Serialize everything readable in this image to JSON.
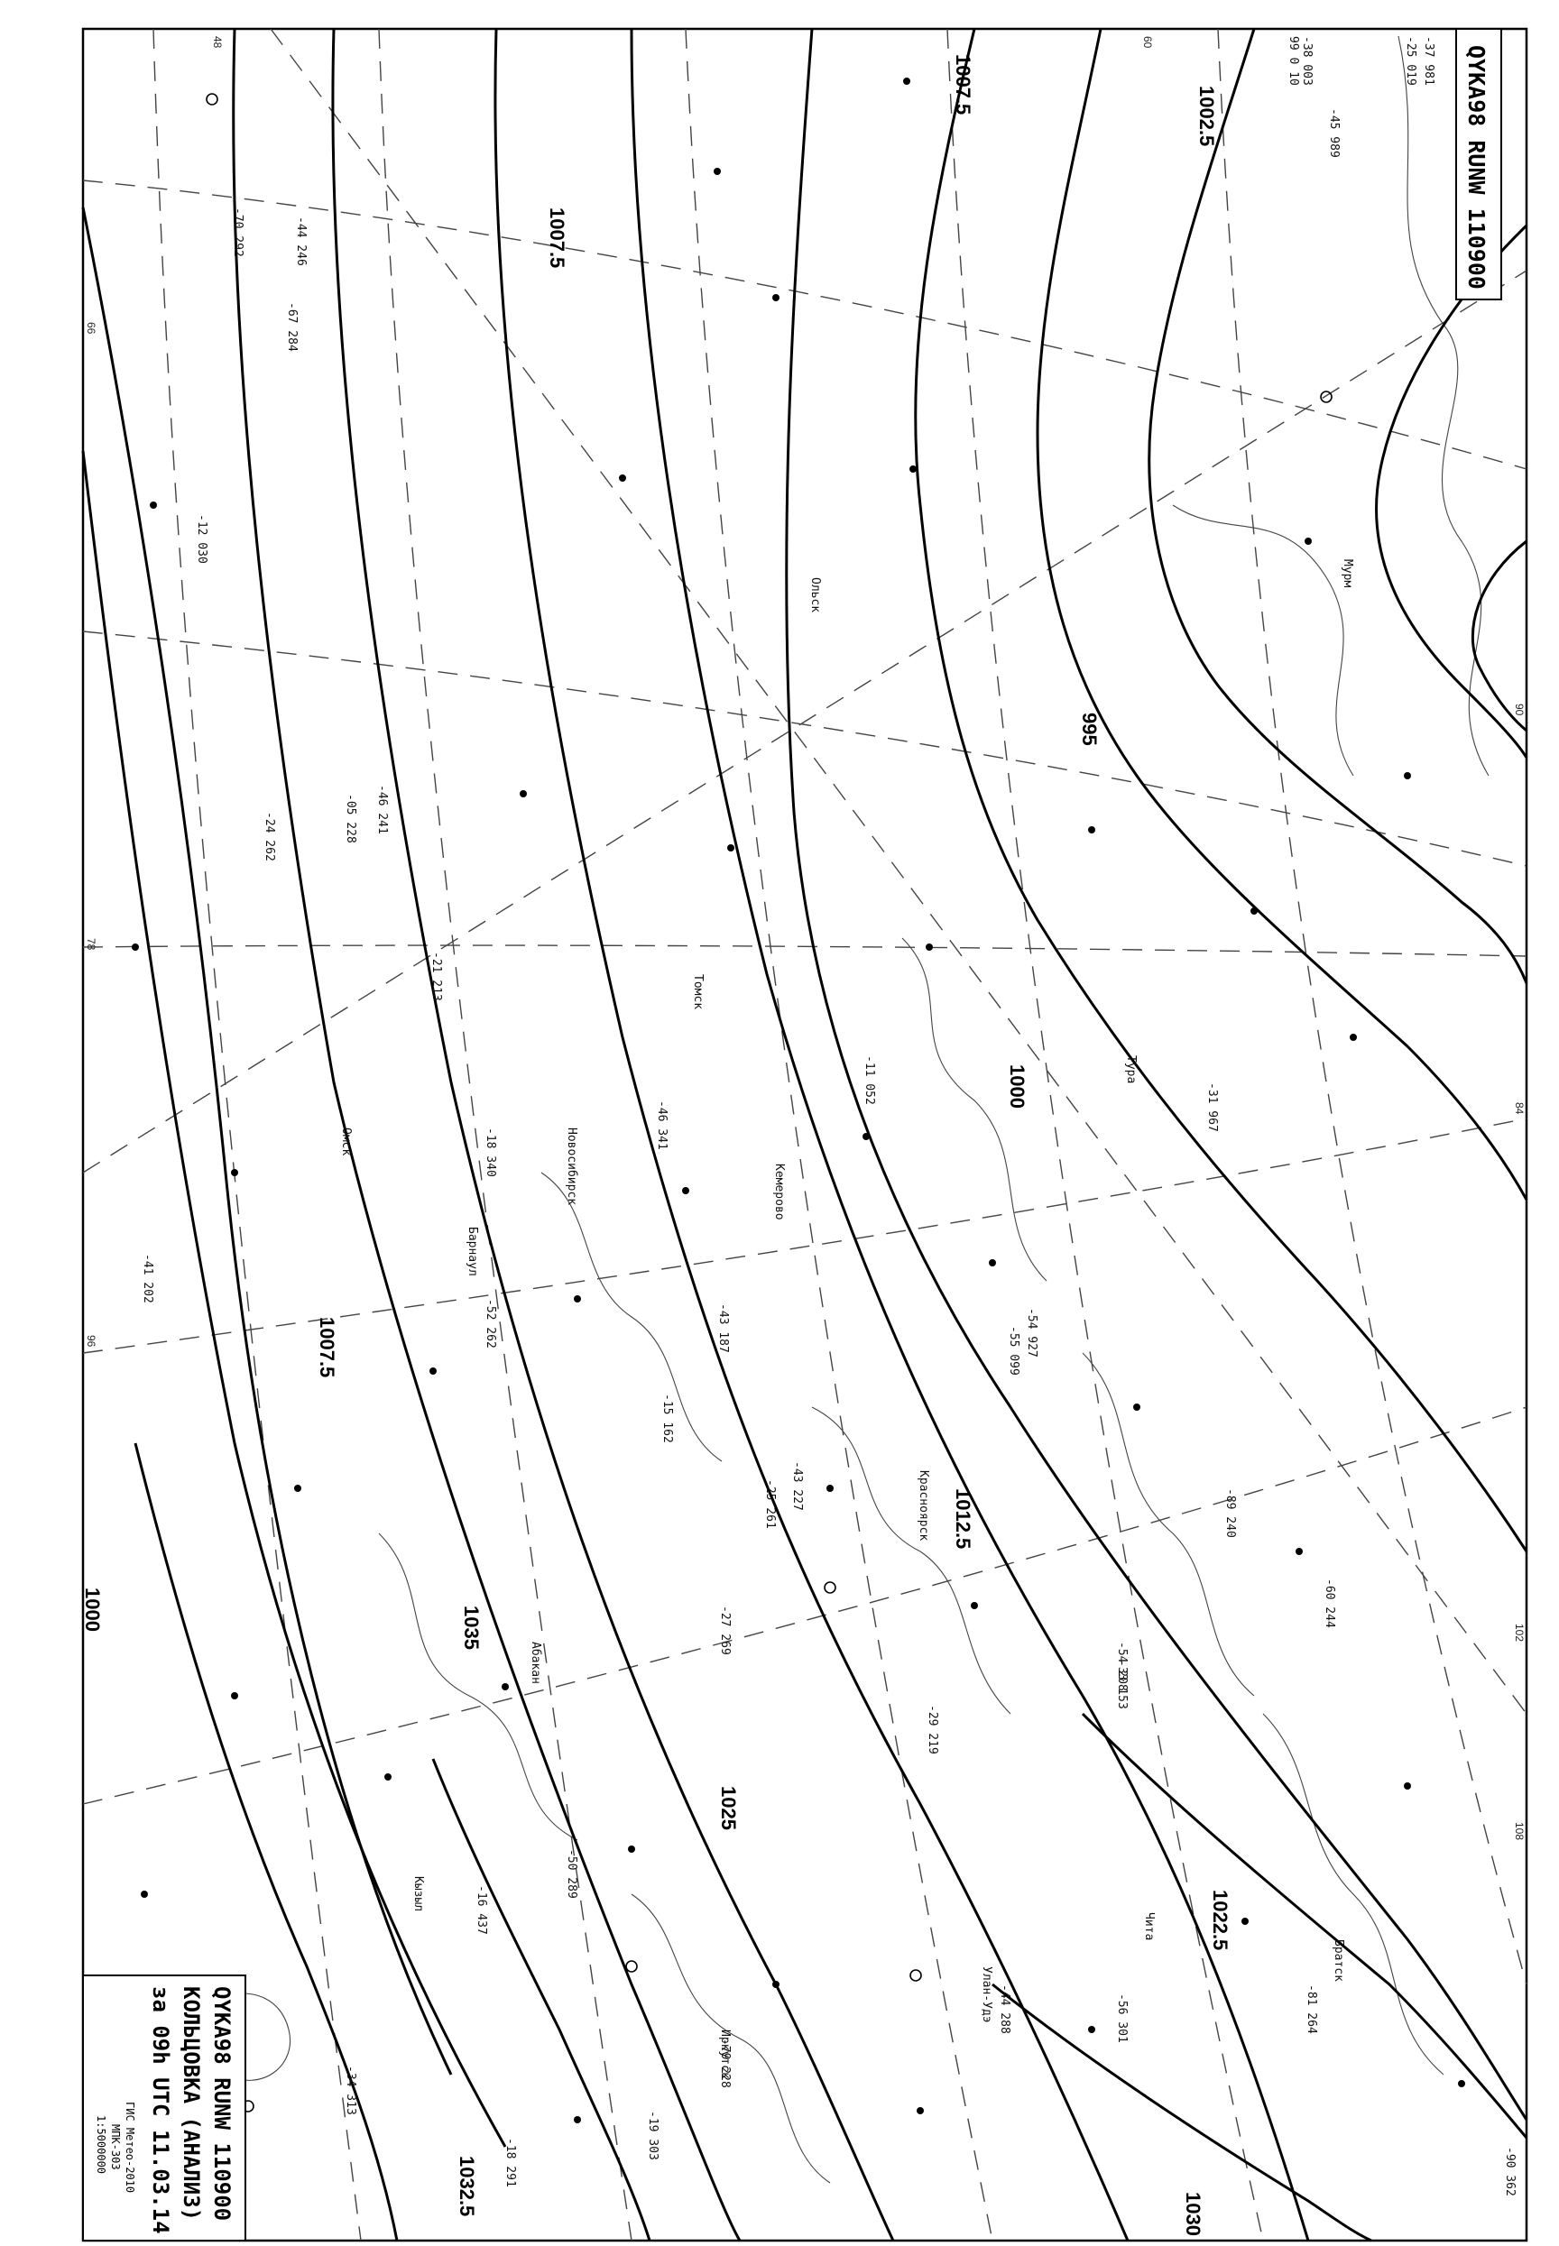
{
  "header_code": "QYKA98 RUNW 110900",
  "caption": {
    "code": "QYKA98 RUNW 110900",
    "title": "КОЛЬЦОВКА (АНАЛИЗ)",
    "time": "за 09h UTC 11.03.14",
    "credit1": "ГИС Метео-2010",
    "credit2": "МПК-303",
    "scale": "1:5000000"
  },
  "isobar_labels": [
    "1002.5",
    "1007.5",
    "995",
    "1000",
    "1012.5",
    "1025",
    "1022.5",
    "1030",
    "1035",
    "1032.5"
  ],
  "edge_labels": [
    "60",
    "84",
    "102",
    "66",
    "78",
    "96",
    "108",
    "90",
    "48"
  ],
  "place_labels": [
    "Мурм",
    "Ольск",
    "Новосибирск",
    "Томск",
    "Кемерово",
    "Омск",
    "Барнаул",
    "Красноярск",
    "Иркутск",
    "Чита",
    "Улан-Удэ",
    "Абакан",
    "Кызыл",
    "Братск",
    "Тура"
  ],
  "station_samples": [
    "-38 003",
    "99 0 10",
    "-25 019",
    "-45 989",
    "-37 981",
    "-12 030",
    "-41 202",
    "-46 241",
    "-24 262",
    "-05 228",
    "-21 213",
    "-43 227",
    "-27 269",
    "-50 289",
    "-16 437",
    "-25 261",
    "-70 292",
    "-67 284",
    "-44 246",
    "-46 341",
    "-52 262",
    "-18 340",
    "-55 099",
    "-11 052",
    "-31 967",
    "-54 927",
    "-33 153",
    "-56 301",
    "-79 228",
    "-90 362",
    "-19 303",
    "-81 264",
    "-89 240",
    "-34 313",
    "-18 291",
    "-43 187",
    "-15 162",
    "-29 219",
    "-60 244",
    "-44 288",
    "-54 208"
  ]
}
